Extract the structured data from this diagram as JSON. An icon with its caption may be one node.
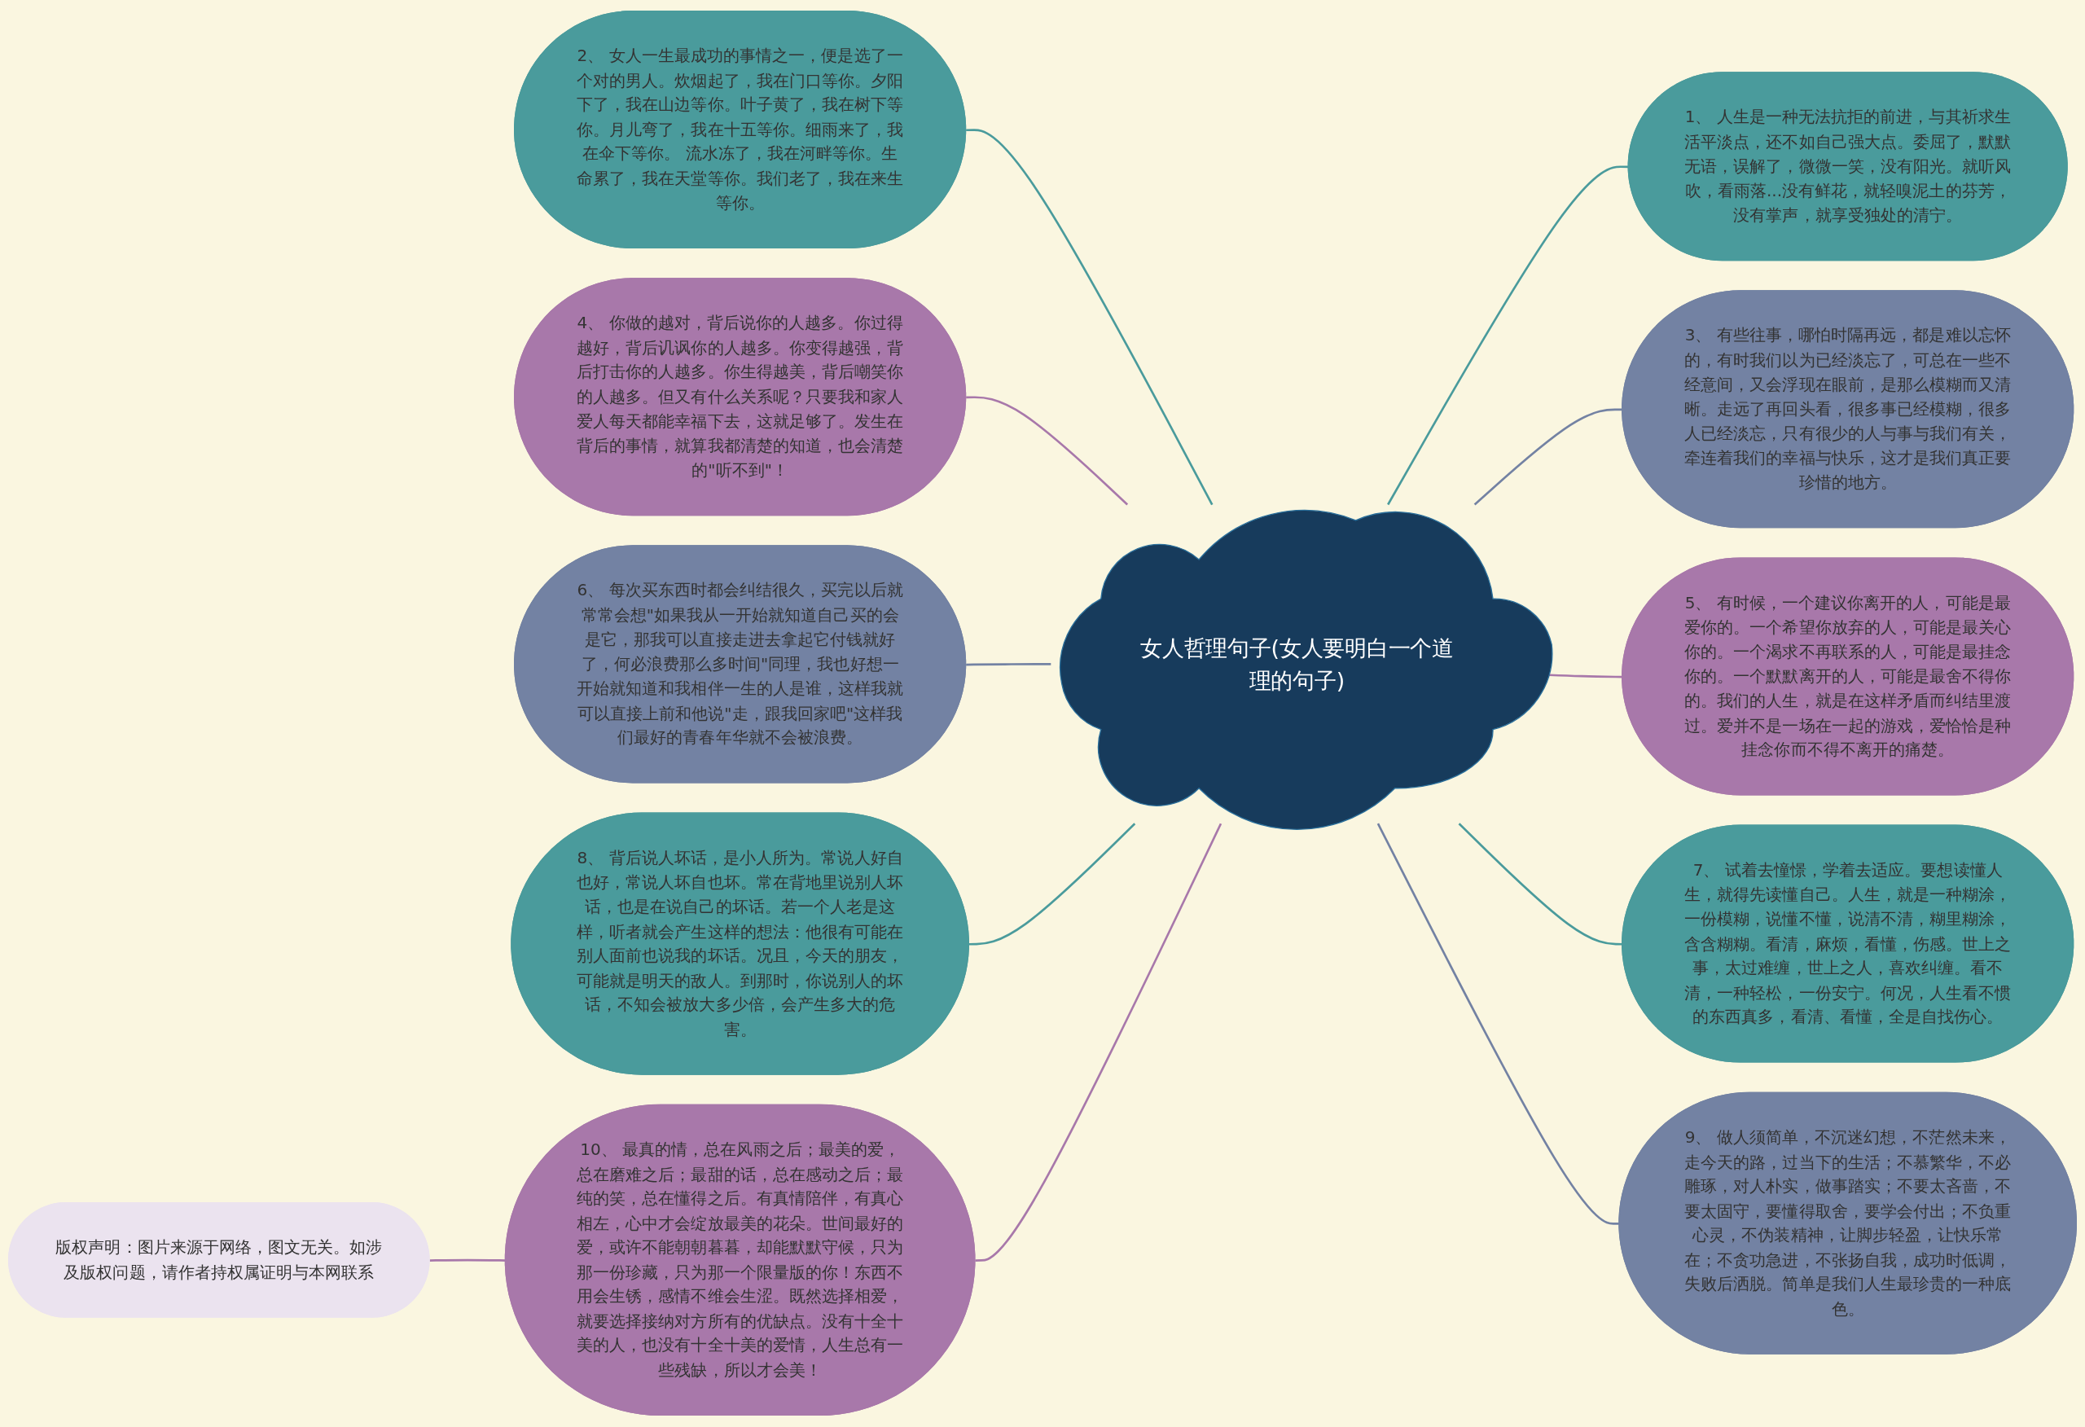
{
  "diagram": {
    "nodes": [
      {
        "text": [
          "女人哲理句子(女人要明白一个道理的句子)"
        ]
      },
      {
        "text": [
          "1、 人生是一种无法抗拒的前进，与其祈求生活平淡点，还不如自己强大点。委屈了，默默无语，误解了，微微一笑，没有阳光。就听风吹，看雨落...没有鲜花，就轻嗅泥土的芬芳，没有掌声，就享受独处的清宁。"
        ]
      },
      {
        "text": [
          "2、 女人一生最成功的事情之一，便是选了一个对的男人。炊烟起了，我在门口等你。夕阳下了，我在山边等你。叶子黄了，我在树下等你。月儿弯了，我在十五等你。细雨来了，我在伞下等你。 流水冻了，我在河畔等你。生命累了，我在天堂等你。我们老了，我在来生等你。"
        ]
      },
      {
        "text": [
          "3、 有些往事，哪怕时隔再远，都是难以忘怀的，有时我们以为已经淡忘了，可总在一些不经意间，又会浮现在眼前，是那么模糊而又清晰。走远了再回头看，很多事已经模糊，很多人已经淡忘，只有很少的人与事与我们有关，牵连着我们的幸福与快乐，这才是我们真正要珍惜的地方。"
        ]
      },
      {
        "text": [
          "4、 你做的越对，背后说你的人越多。你过得越好，背后讥讽你的人越多。你变得越强，背后打击你的人越多。你生得越美，背后嘲笑你的人越多。但又有什么关系呢？只要我和家人爱人每天都能幸福下去，这就足够了。发生在背后的事情，就算我都清楚的知道，也会清楚的\"听不到\"！"
        ]
      },
      {
        "text": [
          "5、 有时候，一个建议你离开的人，可能是最爱你的。一个希望你放弃的人，可能是最关心你的。一个渴求不再联系的人，可能是最挂念你的。一个默默离开的人，可能是最舍不得你的。我们的人生，就是在这样矛盾而纠结里渡过。爱并不是一场在一起的游戏，爱恰恰是种挂念你而不得不离开的痛楚。"
        ]
      },
      {
        "text": [
          "6、 每次买东西时都会纠结很久，买完以后就常常会想\"如果我从一开始就知道自己买的会是它，那我可以直接走进去拿起它付钱就好了，何必浪费那么多时间\"同理，我也好想一开始就知道和我相伴一生的人是谁，这样我就可以直接上前和他说\"走，跟我回家吧\"这样我们最好的青春年华就不会被浪费。"
        ]
      },
      {
        "text": [
          "7、 试着去憧憬，学着去适应。要想读懂人生，就得先读懂自己。人生，就是一种糊涂，一份模糊，说懂不懂，说清不清，糊里糊涂，含含糊糊。看清，麻烦，看懂，伤感。世上之事，太过难缠，世上之人，喜欢纠缠。看不清，一种轻松，一份安宁。何况，人生看不惯的东西真多，看清、看懂，全是自找伤心。"
        ]
      },
      {
        "text": [
          "8、 背后说人坏话，是小人所为。常说人好自也好，常说人坏自也坏。常在背地里说别人坏话，也是在说自己的坏话。若一个人老是这样，听者就会产生这样的想法：他很有可能在别人面前也说我的坏话。况且，今天的朋友，可能就是明天的敌人。到那时，你说别人的坏话，不知会被放大多少倍，会产生多大的危害。"
        ]
      },
      {
        "text": [
          "9、 做人须简单，不沉迷幻想，不茫然未来，走今天的路，过当下的生活；不慕繁华，不必雕琢，对人朴实，做事踏实；不要太吝啬，不要太固守，要懂得取舍，要学会付出；不负重心灵，不伪装精神，让脚步轻盈，让快乐常在；不贪功急进，不张扬自我，成功时低调，失败后洒脱。简单是我们人生最珍贵的一种底色。"
        ]
      },
      {
        "text": [
          "10、 最真的情，总在风雨之后；最美的爱，总在磨难之后；最甜的话，总在感动之后；最纯的笑，总在懂得之后。有真情陪伴，有真心相左，心中才会绽放最美的花朵。世间最好的爱，或许不能朝朝暮暮，却能默默守候，只为那一份珍藏，只为那一个限量版的你！东西不用会生锈，感情不维会生涩。既然选择相爱，就要选择接纳对方所有的优缺点。没有十全十美的人，也没有十全十美的爱情，人生总有一些残缺，所以才会美！"
        ]
      },
      {
        "text": [
          "版权声明：图片来源于网络，图文无关。如涉及版权问题，请作者持权属证明与本网联系"
        ]
      }
    ],
    "edges": [
      {
        "from": 0,
        "to": 1,
        "arrow": "none",
        "color": "#4a9b9c"
      },
      {
        "from": 0,
        "to": 2,
        "arrow": "none",
        "color": "#4a9b9c"
      },
      {
        "from": 0,
        "to": 3,
        "arrow": "none",
        "color": "#7382a3"
      },
      {
        "from": 0,
        "to": 4,
        "arrow": "none",
        "color": "#a878aa"
      },
      {
        "from": 0,
        "to": 5,
        "arrow": "none",
        "color": "#a878aa"
      },
      {
        "from": 0,
        "to": 6,
        "arrow": "none",
        "color": "#7382a3"
      },
      {
        "from": 0,
        "to": 7,
        "arrow": "none",
        "color": "#4a9b9c"
      },
      {
        "from": 0,
        "to": 8,
        "arrow": "none",
        "color": "#4a9b9c"
      },
      {
        "from": 0,
        "to": 9,
        "arrow": "none",
        "color": "#7382a3"
      },
      {
        "from": 0,
        "to": 10,
        "arrow": "none",
        "color": "#a878aa"
      },
      {
        "from": 10,
        "to": 11,
        "arrow": "none",
        "color": "#a878aa"
      }
    ]
  }
}
